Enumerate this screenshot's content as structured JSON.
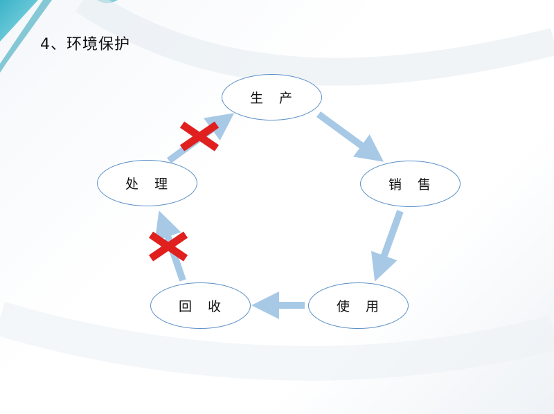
{
  "title": "4、环境保护",
  "nodes": {
    "production": "生　产",
    "sales": "销　售",
    "use": "使　用",
    "recycle": "回　收",
    "processing": "处　理"
  },
  "colors": {
    "arrow": "#a7c9e6",
    "ellipse_border": "#5b8fc7",
    "cross": "#e0201e",
    "accent": "#39b7c9"
  },
  "crossed_links": [
    "processing-to-production",
    "recycle-to-processing"
  ]
}
